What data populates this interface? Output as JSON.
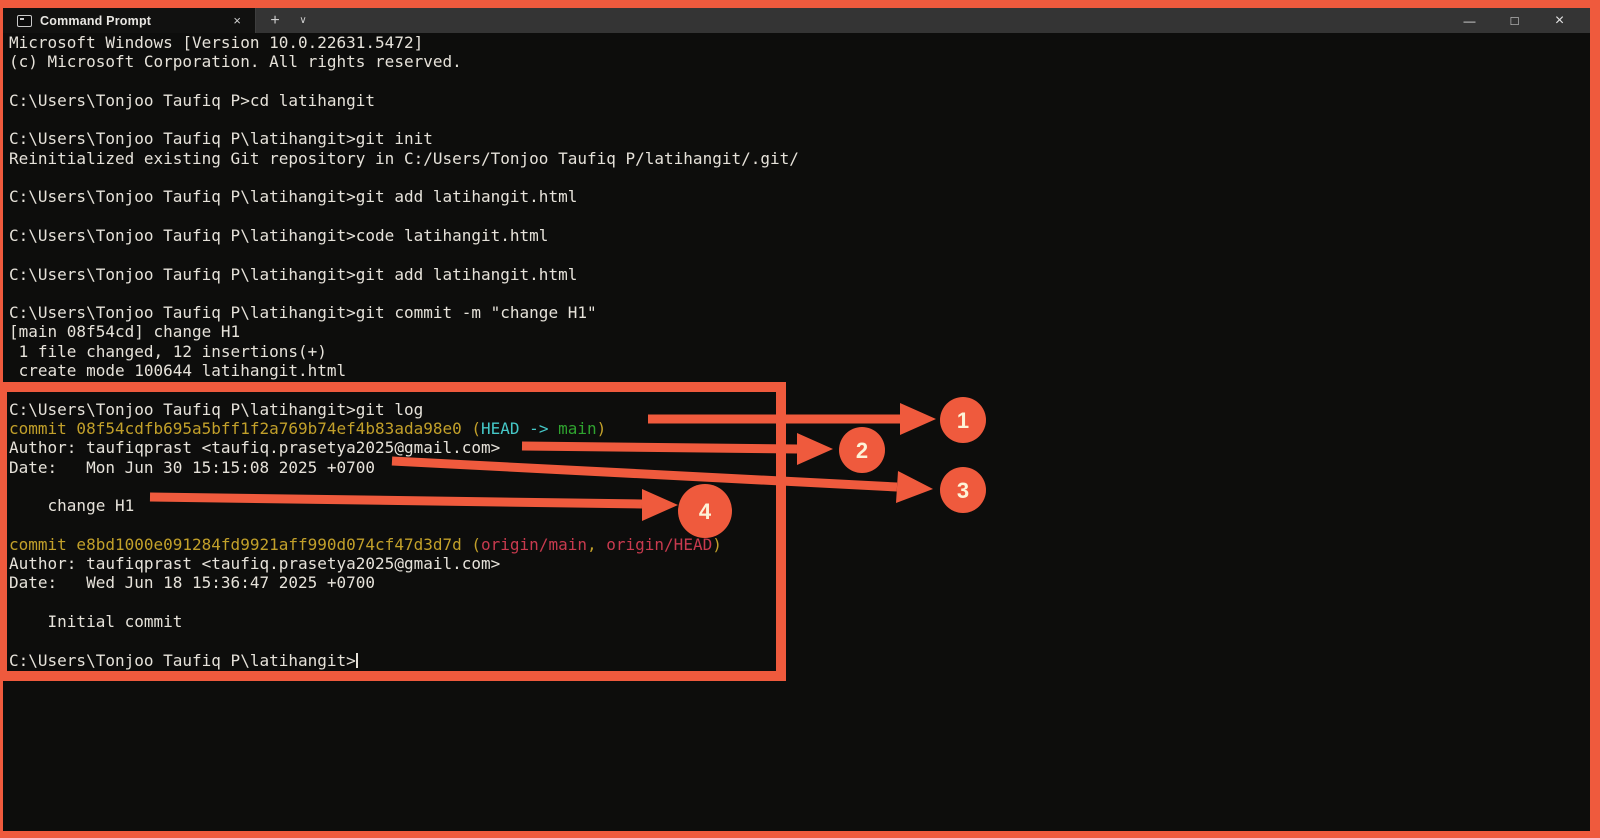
{
  "window": {
    "tab": {
      "title": "Command Prompt",
      "close_icon": "×"
    },
    "new_tab_icon": "+",
    "tab_dropdown_icon": "∨",
    "controls": {
      "minimize_icon": "—",
      "maximize_icon": "□",
      "close_icon": "×"
    }
  },
  "colors": {
    "annotation_orange": "#ef5a3d",
    "terminal_background": "#0d0d0c",
    "terminal_text": "#e6e2da",
    "git_hash_yellow": "#c2a02a",
    "git_head_cyan": "#45c8c8",
    "git_branch_green": "#2fa32f",
    "git_remote_red": "#c83a4e",
    "titlebar_gray": "#343434"
  },
  "terminal": {
    "lines": [
      "Microsoft Windows [Version 10.0.22631.5472]",
      "(c) Microsoft Corporation. All rights reserved.",
      "",
      "C:\\Users\\Tonjoo Taufiq P>cd latihangit",
      "",
      "C:\\Users\\Tonjoo Taufiq P\\latihangit>git init",
      "Reinitialized existing Git repository in C:/Users/Tonjoo Taufiq P/latihangit/.git/",
      "",
      "C:\\Users\\Tonjoo Taufiq P\\latihangit>git add latihangit.html",
      "",
      "C:\\Users\\Tonjoo Taufiq P\\latihangit>code latihangit.html",
      "",
      "C:\\Users\\Tonjoo Taufiq P\\latihangit>git add latihangit.html",
      "",
      "C:\\Users\\Tonjoo Taufiq P\\latihangit>git commit -m \"change H1\"",
      "[main 08f54cd] change H1",
      " 1 file changed, 12 insertions(+)",
      " create mode 100644 latihangit.html",
      "",
      "C:\\Users\\Tonjoo Taufiq P\\latihangit>git log",
      {
        "segments": [
          {
            "t": "commit 08f54cdfb695a5bff1f2a769b74ef4b83ada98e0 (",
            "c": "yellow"
          },
          {
            "t": "HEAD -> ",
            "c": "cyan"
          },
          {
            "t": "main",
            "c": "green"
          },
          {
            "t": ")",
            "c": "yellow"
          }
        ]
      },
      "Author: taufiqprast <taufiq.prasetya2025@gmail.com>",
      "Date:   Mon Jun 30 15:15:08 2025 +0700",
      "",
      "    change H1",
      "",
      {
        "segments": [
          {
            "t": "commit e8bd1000e091284fd9921aff990d074cf47d3d7d (",
            "c": "yellow"
          },
          {
            "t": "origin/main",
            "c": "red"
          },
          {
            "t": ", ",
            "c": "yellow"
          },
          {
            "t": "origin/HEAD",
            "c": "red"
          },
          {
            "t": ")",
            "c": "yellow"
          }
        ]
      },
      "Author: taufiqprast <taufiq.prasetya2025@gmail.com>",
      "Date:   Wed Jun 18 15:36:47 2025 +0700",
      "",
      "    Initial commit",
      "",
      {
        "segments": [
          {
            "t": "C:\\Users\\Tonjoo Taufiq P\\latihangit>"
          }
        ],
        "cursor": true
      }
    ]
  },
  "annotations": {
    "callouts": [
      {
        "n": "1"
      },
      {
        "n": "2"
      },
      {
        "n": "3"
      },
      {
        "n": "4"
      }
    ]
  }
}
